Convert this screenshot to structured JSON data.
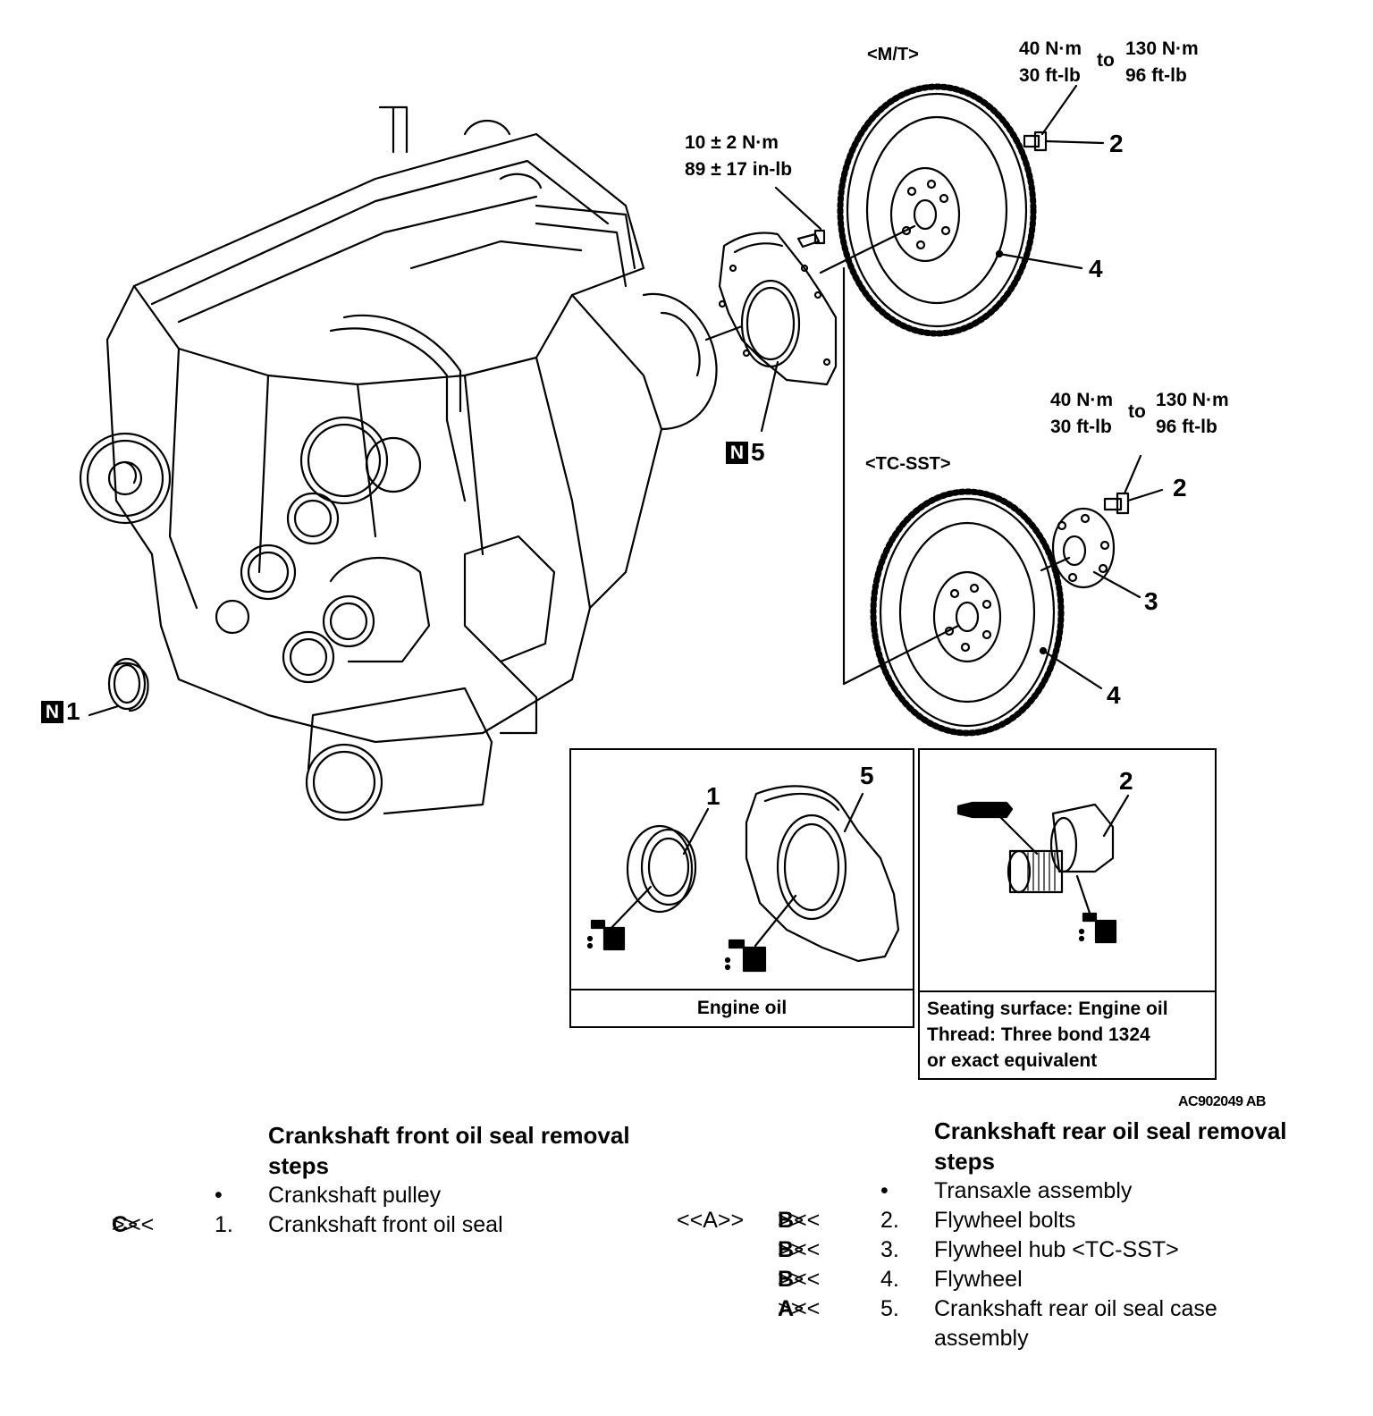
{
  "m_t_label": "<M/T>",
  "tc_sst_label": "<TC-SST>",
  "torque_mt": {
    "min_nm": "40 N·m",
    "min_ftlb": "30 ft-lb",
    "to": "to",
    "max_nm": "130 N·m",
    "max_ftlb": "96 ft-lb"
  },
  "torque_tc": {
    "min_nm": "40 N·m",
    "min_ftlb": "30 ft-lb",
    "to": "to",
    "max_nm": "130 N·m",
    "max_ftlb": "96 ft-lb"
  },
  "torque_case": {
    "nm": "10 ± 2 N·m",
    "inlb": "89 ± 17 in-lb"
  },
  "new_part_badge": "N",
  "callouts": {
    "mt_bolt": "2",
    "mt_flywheel": "4",
    "rear_seal_case": "5",
    "front_seal": "1",
    "tc_bolt": "2",
    "tc_hub": "3",
    "tc_flywheel": "4",
    "detail_seal": "1",
    "detail_case": "5",
    "detail_bolt": "2"
  },
  "detail_left_caption": "Engine oil",
  "detail_right_caption": [
    "Seating surface: Engine oil",
    "Thread: Three bond 1324",
    "or exact equivalent"
  ],
  "figure_code": "AC902049 AB",
  "front_steps": {
    "title_line1": "Crankshaft front oil seal removal",
    "title_line2": "steps",
    "items": [
      {
        "code_prefix": "",
        "code_letter": "",
        "code_suffix": "",
        "num": "•",
        "text": "Crankshaft pulley"
      },
      {
        "code_prefix": ">>",
        "code_letter": "C",
        "code_suffix": "<<",
        "num": "1.",
        "text": "Crankshaft front oil seal"
      }
    ]
  },
  "rear_steps": {
    "title_line1": "Crankshaft rear oil seal removal",
    "title_line2": "steps",
    "items": [
      {
        "code_a": "",
        "code_b_prefix": "",
        "code_b_letter": "",
        "code_b_suffix": "",
        "num": "•",
        "text": "Transaxle assembly",
        "text2": ""
      },
      {
        "code_a": "<<A>>",
        "code_b_prefix": ">>",
        "code_b_letter": "B",
        "code_b_suffix": "<<",
        "num": "2.",
        "text": "Flywheel bolts",
        "text2": ""
      },
      {
        "code_a": "",
        "code_b_prefix": ">>",
        "code_b_letter": "B",
        "code_b_suffix": "<<",
        "num": "3.",
        "text": "Flywheel hub <TC-SST>",
        "text2": ""
      },
      {
        "code_a": "",
        "code_b_prefix": ">>",
        "code_b_letter": "B",
        "code_b_suffix": "<<",
        "num": "4.",
        "text": "Flywheel",
        "text2": ""
      },
      {
        "code_a": "",
        "code_b_prefix": ">>",
        "code_b_letter": "A",
        "code_b_suffix": "<<",
        "num": "5.",
        "text": "Crankshaft rear oil seal case",
        "text2": "assembly"
      }
    ]
  }
}
